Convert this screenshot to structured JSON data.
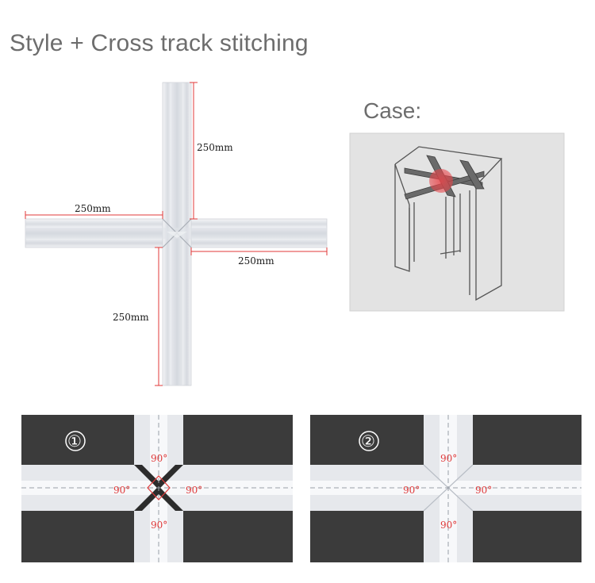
{
  "title": "Style + Cross track stitching",
  "case_label": "Case:",
  "dimensions": {
    "top": "250mm",
    "left": "250mm",
    "right": "250mm",
    "bottom": "250mm"
  },
  "panels": [
    {
      "number": "①",
      "angles": {
        "top": "90°",
        "left": "90°",
        "right": "90°",
        "bottom": "90°"
      }
    },
    {
      "number": "②",
      "angles": {
        "top": "90°",
        "left": "90°",
        "right": "90°",
        "bottom": "90°"
      }
    }
  ],
  "colors": {
    "title": "#6d6d6d",
    "dimension_line": "#e03a3a",
    "angle_text": "#e03a3a",
    "panel_bg": "#3b3b3b",
    "track": "#e6e8ec",
    "highlight": "#e8454a"
  }
}
